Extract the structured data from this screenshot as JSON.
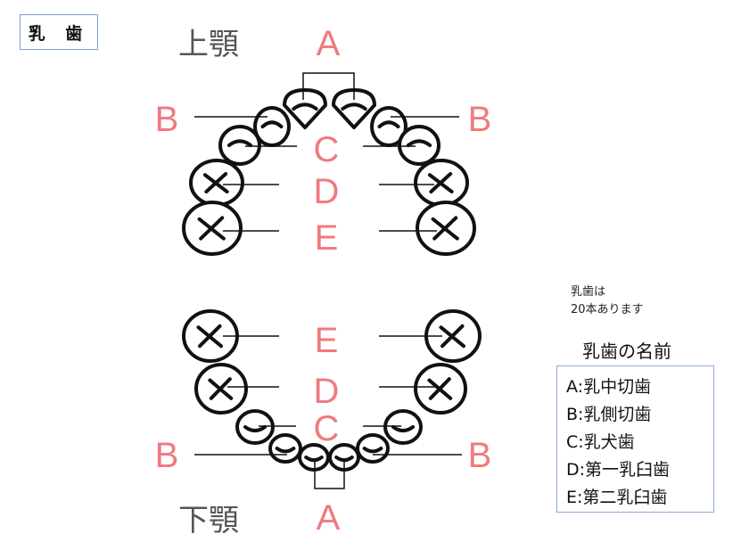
{
  "title": "乳 歯",
  "upper_jaw": "上顎",
  "lower_jaw": "下顎",
  "labels": {
    "A": "A",
    "B": "B",
    "C": "C",
    "D": "D",
    "E": "E"
  },
  "note": [
    "乳歯は",
    "20本あります"
  ],
  "legend": {
    "title": "乳歯の名前",
    "items": [
      "A:乳中切歯",
      "B:乳側切歯",
      "C:乳犬歯",
      "D:第一乳臼歯",
      "E:第二乳臼歯"
    ]
  },
  "colors": {
    "label": "#f07a7e",
    "border": "#8fa9dc"
  }
}
